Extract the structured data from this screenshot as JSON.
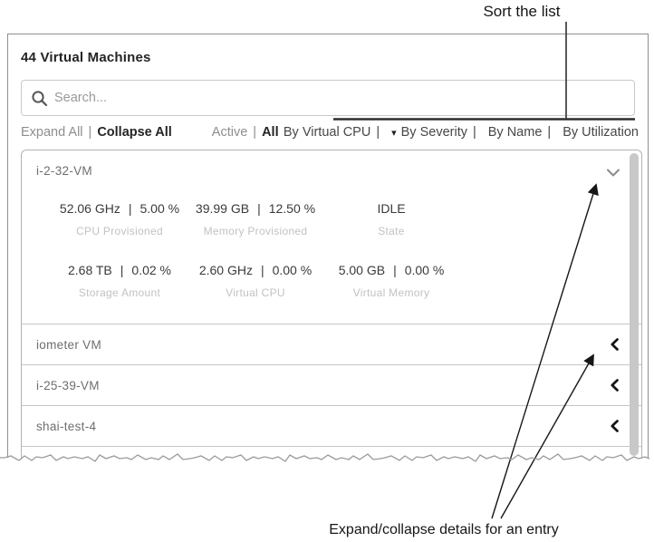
{
  "annotations": {
    "sort_label": "Sort the list",
    "expand_collapse_label": "Expand/collapse details for an entry"
  },
  "panel": {
    "title": "44 Virtual Machines",
    "search_placeholder": "Search...",
    "toolbar": {
      "expand_all": "Expand All",
      "collapse_all": "Collapse All",
      "active": "Active",
      "all": "All",
      "separator": "|",
      "sort_caret_icon": "▾",
      "sort_options": [
        "By Virtual CPU",
        "By Severity",
        "By Name",
        "By Utilization"
      ]
    }
  },
  "vm_list": {
    "expanded": {
      "name": "i-2-32-VM",
      "stats_row1": [
        {
          "value": "52.06 GHz",
          "sep": "|",
          "percent": "5.00 %",
          "label": "CPU Provisioned"
        },
        {
          "value": "39.99 GB",
          "sep": "|",
          "percent": "12.50 %",
          "label": "Memory Provisioned"
        },
        {
          "value": "IDLE",
          "sep": "",
          "percent": "",
          "label": "State"
        }
      ],
      "stats_row2": [
        {
          "value": "2.68 TB",
          "sep": "|",
          "percent": "0.02 %",
          "label": "Storage Amount"
        },
        {
          "value": "2.60 GHz",
          "sep": "|",
          "percent": "0.00 %",
          "label": "Virtual CPU"
        },
        {
          "value": "5.00 GB",
          "sep": "|",
          "percent": "0.00 %",
          "label": "Virtual Memory"
        }
      ]
    },
    "collapsed": [
      "iometer VM",
      "i-25-39-VM",
      "shai-test-4"
    ]
  },
  "colors": {
    "panel_border": "#8f8f8f",
    "list_border": "#b2b2b2",
    "divider": "#c6c6c6",
    "text_dark": "#242424",
    "text_medium": "#6e6e6e",
    "label_faint": "#c2c2c2",
    "scrollbar": "#c8c8c8",
    "annotation": "#161616"
  }
}
